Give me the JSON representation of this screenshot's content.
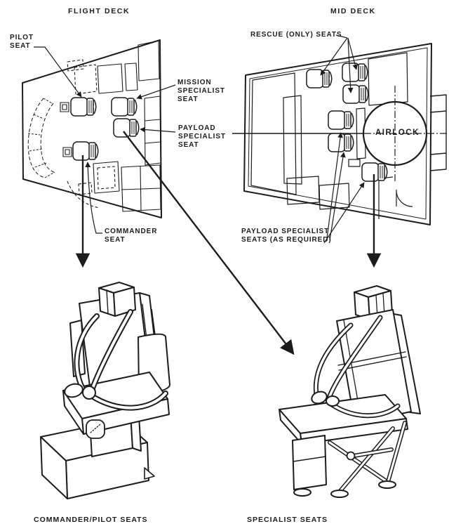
{
  "figure": {
    "flight_deck": {
      "title": "FLIGHT DECK",
      "labels": {
        "pilot_seat": [
          "PILOT",
          "SEAT"
        ],
        "mission_specialist_seat": [
          "MISSION",
          "SPECIALIST",
          "SEAT"
        ],
        "payload_specialist_seat": [
          "PAYLOAD",
          "SPECIALIST",
          "SEAT"
        ],
        "commander_seat": [
          "COMMANDER",
          "SEAT"
        ]
      }
    },
    "mid_deck": {
      "title": "MID DECK",
      "labels": {
        "rescue_seats": "RESCUE (ONLY) SEATS",
        "airlock": "AIRLOCK",
        "payload_specialist_seats": [
          "PAYLOAD SPECIALIST",
          "SEATS (AS REQUIRED)"
        ]
      }
    },
    "captions": {
      "commander_pilot_seats": "COMMANDER/PILOT SEATS",
      "specialist_seats": "SPECIALIST SEATS"
    },
    "colors": {
      "ink": "#1c1c1c",
      "background": "#ffffff"
    }
  }
}
